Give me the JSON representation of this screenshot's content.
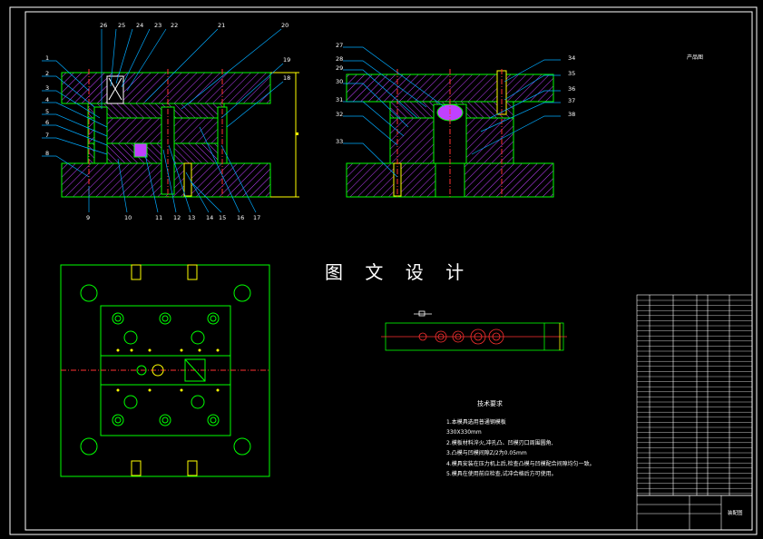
{
  "watermark": "图 文 设 计",
  "strip_title": "产品图",
  "title_block_name": "装配图",
  "tech_requirements": {
    "title": "技术要求",
    "lines": [
      "1.本模具选用普通钢模板",
      "330X330mm",
      "2.模板材料淬火,冲孔凸、凹模刃口周围圆角,",
      "3.凸模与凹模间隙Z/2为0.05mm",
      "4.模具安装在压力机上后,检查凸模与凹模配合间隙均匀一致。",
      "5.模具在使用前应检查,试冲合格后方可使用。"
    ]
  },
  "part_labels_left": [
    "1",
    "2",
    "3",
    "4",
    "5",
    "6",
    "7",
    "8"
  ],
  "part_labels_top": [
    "26",
    "25",
    "24",
    "23",
    "22",
    "21",
    "20",
    "19",
    "18"
  ],
  "part_labels_bottom": [
    "9",
    "10",
    "11",
    "12",
    "13",
    "14",
    "15",
    "16",
    "17"
  ],
  "part_labels_mid_left": [
    "27",
    "28",
    "29",
    "30",
    "31",
    "32",
    "33"
  ],
  "part_labels_mid_right": [
    "34",
    "35",
    "36",
    "37",
    "38"
  ],
  "colors": {
    "background": "#000000",
    "frame": "#ffffff",
    "outline": "#00ff00",
    "hatch": "#c040ff",
    "leader": "#00aaff",
    "dim": "#ffff00",
    "centerline": "#ff3030"
  }
}
